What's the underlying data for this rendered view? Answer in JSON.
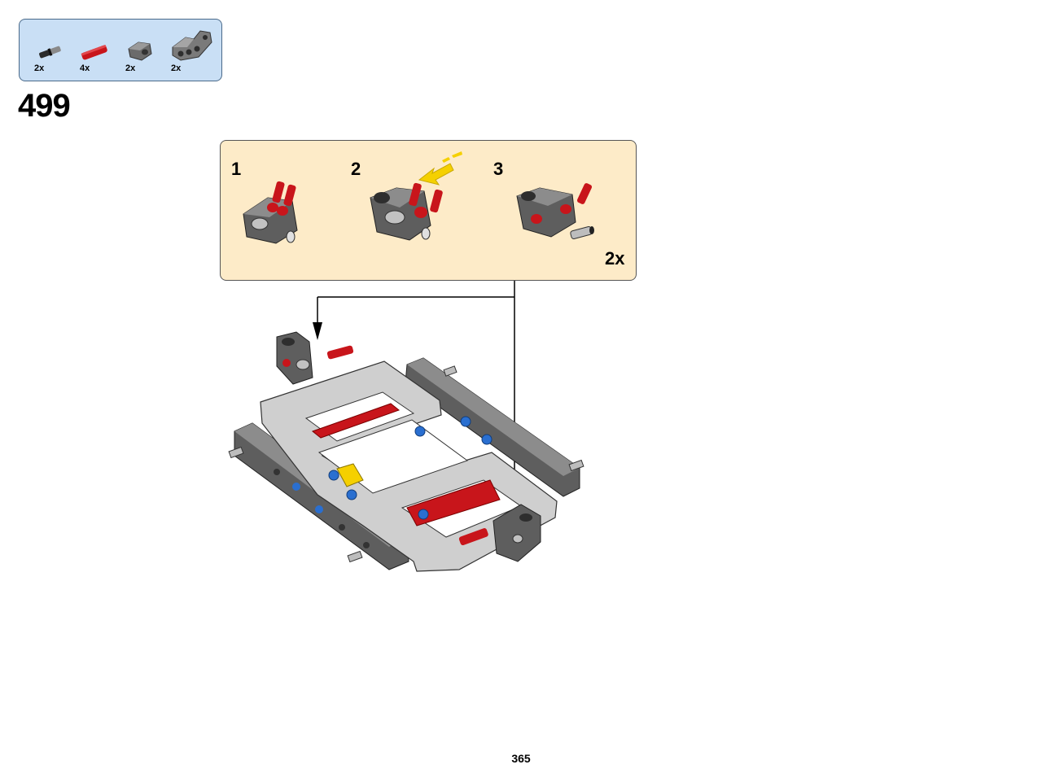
{
  "step": {
    "number": "499"
  },
  "parts_list": [
    {
      "name": "axle-connector-pin",
      "qty": "2x",
      "color": "#2b2b2b"
    },
    {
      "name": "red-axle-pin",
      "qty": "4x",
      "color": "#c8151b"
    },
    {
      "name": "grey-connector",
      "qty": "2x",
      "color": "#6b6b6b"
    },
    {
      "name": "grey-angled-beam",
      "qty": "2x",
      "color": "#7a7a7a"
    }
  ],
  "substeps": [
    {
      "label": "1"
    },
    {
      "label": "2"
    },
    {
      "label": "3"
    }
  ],
  "substep_multiplier": "2x",
  "page_number": "365",
  "colors": {
    "parts_panel": "#c9dff5",
    "substep_panel": "#fdebc8",
    "brick_red": "#c8151b",
    "brick_grey": "#5e5e5e",
    "brick_light_grey": "#c9c9c9",
    "brick_blue": "#2a6fd0",
    "arrow_yellow": "#f5d000"
  }
}
